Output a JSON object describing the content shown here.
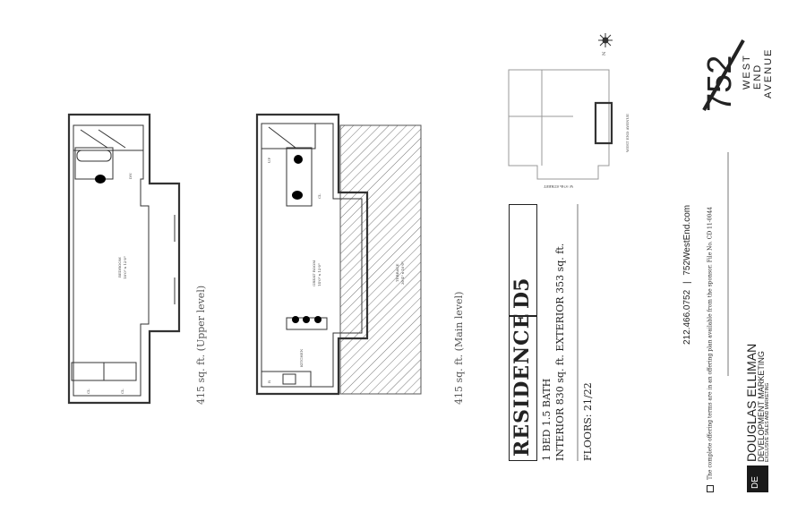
{
  "upper_level": {
    "label": "415 sq. ft. (Upper level)",
    "rooms": {
      "bedroom": "BEDROOM",
      "bedroom_dim": "18'0\" x 12'0\"",
      "closet1": "CL",
      "closet2": "CL",
      "stair": "DN"
    }
  },
  "main_level": {
    "label": "415 sq. ft. (Main level)",
    "rooms": {
      "great_room": "GREAT ROOM",
      "great_room_dim": "14'0\" x 12'0\"",
      "terrace": "TERRACE",
      "terrace_dim": "30'4\" x 10'0\"",
      "kitchen": "KITCHEN",
      "closet": "CL",
      "fridge": "R",
      "stair": "UP"
    }
  },
  "residence": {
    "title": "RESIDENCE",
    "unit": "D5",
    "beds_baths": "1 BED 1.5 BATH",
    "area": "INTERIOR 830 sq. ft. EXTERIOR 353 sq. ft.",
    "floors": "FLOORS: 21/22"
  },
  "site_map": {
    "street1": "WEST END AVENUE",
    "street2": "W 97th STREET",
    "north": "N"
  },
  "logo": {
    "number": "752",
    "line1": "WEST",
    "line2": "END",
    "line3": "AVENUE"
  },
  "contact": {
    "phone": "212.466.0752",
    "separator": "|",
    "website": "752WestEnd.com"
  },
  "disclaimer": "The complete offering terms are in an offering plan available from the sponsor. File No. CD 11-0044",
  "broker": {
    "mark": "DE",
    "name": "DOUGLAS ELLIMAN",
    "division": "DEVELOPMENT MARKETING",
    "tagline": "EXCLUSIVE SALES AND MARKETING"
  }
}
